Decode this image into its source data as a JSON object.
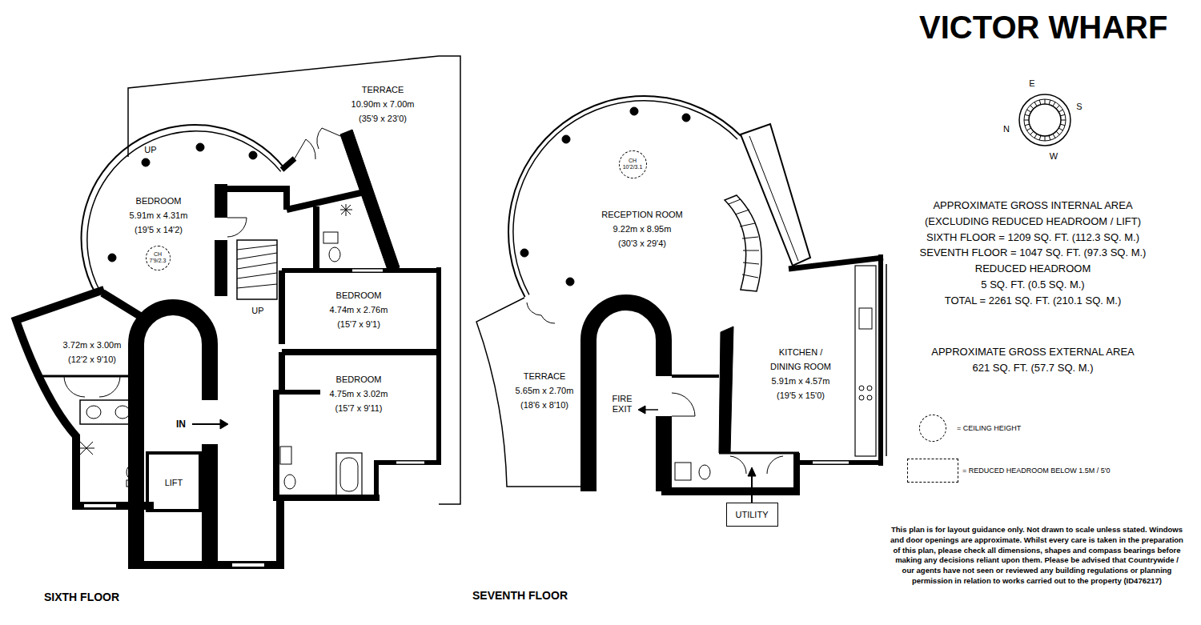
{
  "diagram": {
    "title": "VICTOR WHARF",
    "nodes": [
      {
        "text": [
          "TERRACE",
          "10.90m x 7.00m",
          "(35'9 x 23'0)"
        ]
      },
      {
        "text": [
          "BEDROOM",
          "5.91m x 4.31m",
          "(19'5 x 14'2)"
        ]
      },
      {
        "text": [
          "CH",
          "7'9/2.3"
        ],
        "in": 1
      },
      {
        "text": [
          "3.72m x 3.00m",
          "(12'2 x 9'10)"
        ]
      },
      {
        "text": [
          "BEDROOM",
          "4.74m x 2.76m",
          "(15'7 x 9'1)"
        ]
      },
      {
        "text": [
          "BEDROOM",
          "4.75m x 3.02m",
          "(15'7 x 9'11)"
        ]
      },
      {
        "text": [
          "LIFT"
        ]
      },
      {
        "text": [
          "RECEPTION ROOM",
          "9.22m x 8.95m",
          "(30'3 x 29'4)"
        ]
      },
      {
        "text": [
          "CH",
          "10'2/3.1"
        ],
        "in": 7
      },
      {
        "text": [
          "TERRACE",
          "5.65m x 2.70m",
          "(18'6 x 8'10)"
        ]
      },
      {
        "text": [
          "KITCHEN / DINING ROOM",
          "5.91m x 4.57m",
          "(19'5 x 15'0)"
        ]
      },
      {
        "text": [
          "UTILITY"
        ]
      }
    ],
    "labels": [
      "UP",
      "UP",
      "IN",
      "SIXTH FLOOR",
      "FIRE EXIT",
      "SEVENTH FLOOR",
      "E",
      "S",
      "N",
      "W",
      "APPROXIMATE GROSS INTERNAL AREA",
      "(EXCLUDING REDUCED HEADROOM / LIFT)",
      "SIXTH FLOOR = 1209 SQ. FT. (112.3 SQ. M.)",
      "SEVENTH FLOOR = 1047 SQ. FT. (97.3 SQ. M.)",
      "REDUCED HEADROOM",
      "5 SQ. FT. (0.5 SQ. M.)",
      "TOTAL = 2261 SQ. FT. (210.1 SQ. M.)",
      "APPROXIMATE GROSS EXTERNAL AREA",
      "621 SQ. FT. (57.7 SQ. M.)",
      "This plan is for layout guidance only. Not drawn to scale unless stated. Windows and door openings are approximate. Whilst every care is taken in the preparation of this plan, please check all dimensions, shapes and compass bearings before making any decisions reliant upon them. Please be advised that Countrywide / our agents have not seen or reviewed any building regulations or planning permission in relation to works carried out to the property (ID476217)"
    ],
    "legend": [
      {
        "text": "= CEILING HEIGHT"
      },
      {
        "text": "= REDUCED HEADROOM BELOW 1.5M / 5'0"
      }
    ]
  }
}
